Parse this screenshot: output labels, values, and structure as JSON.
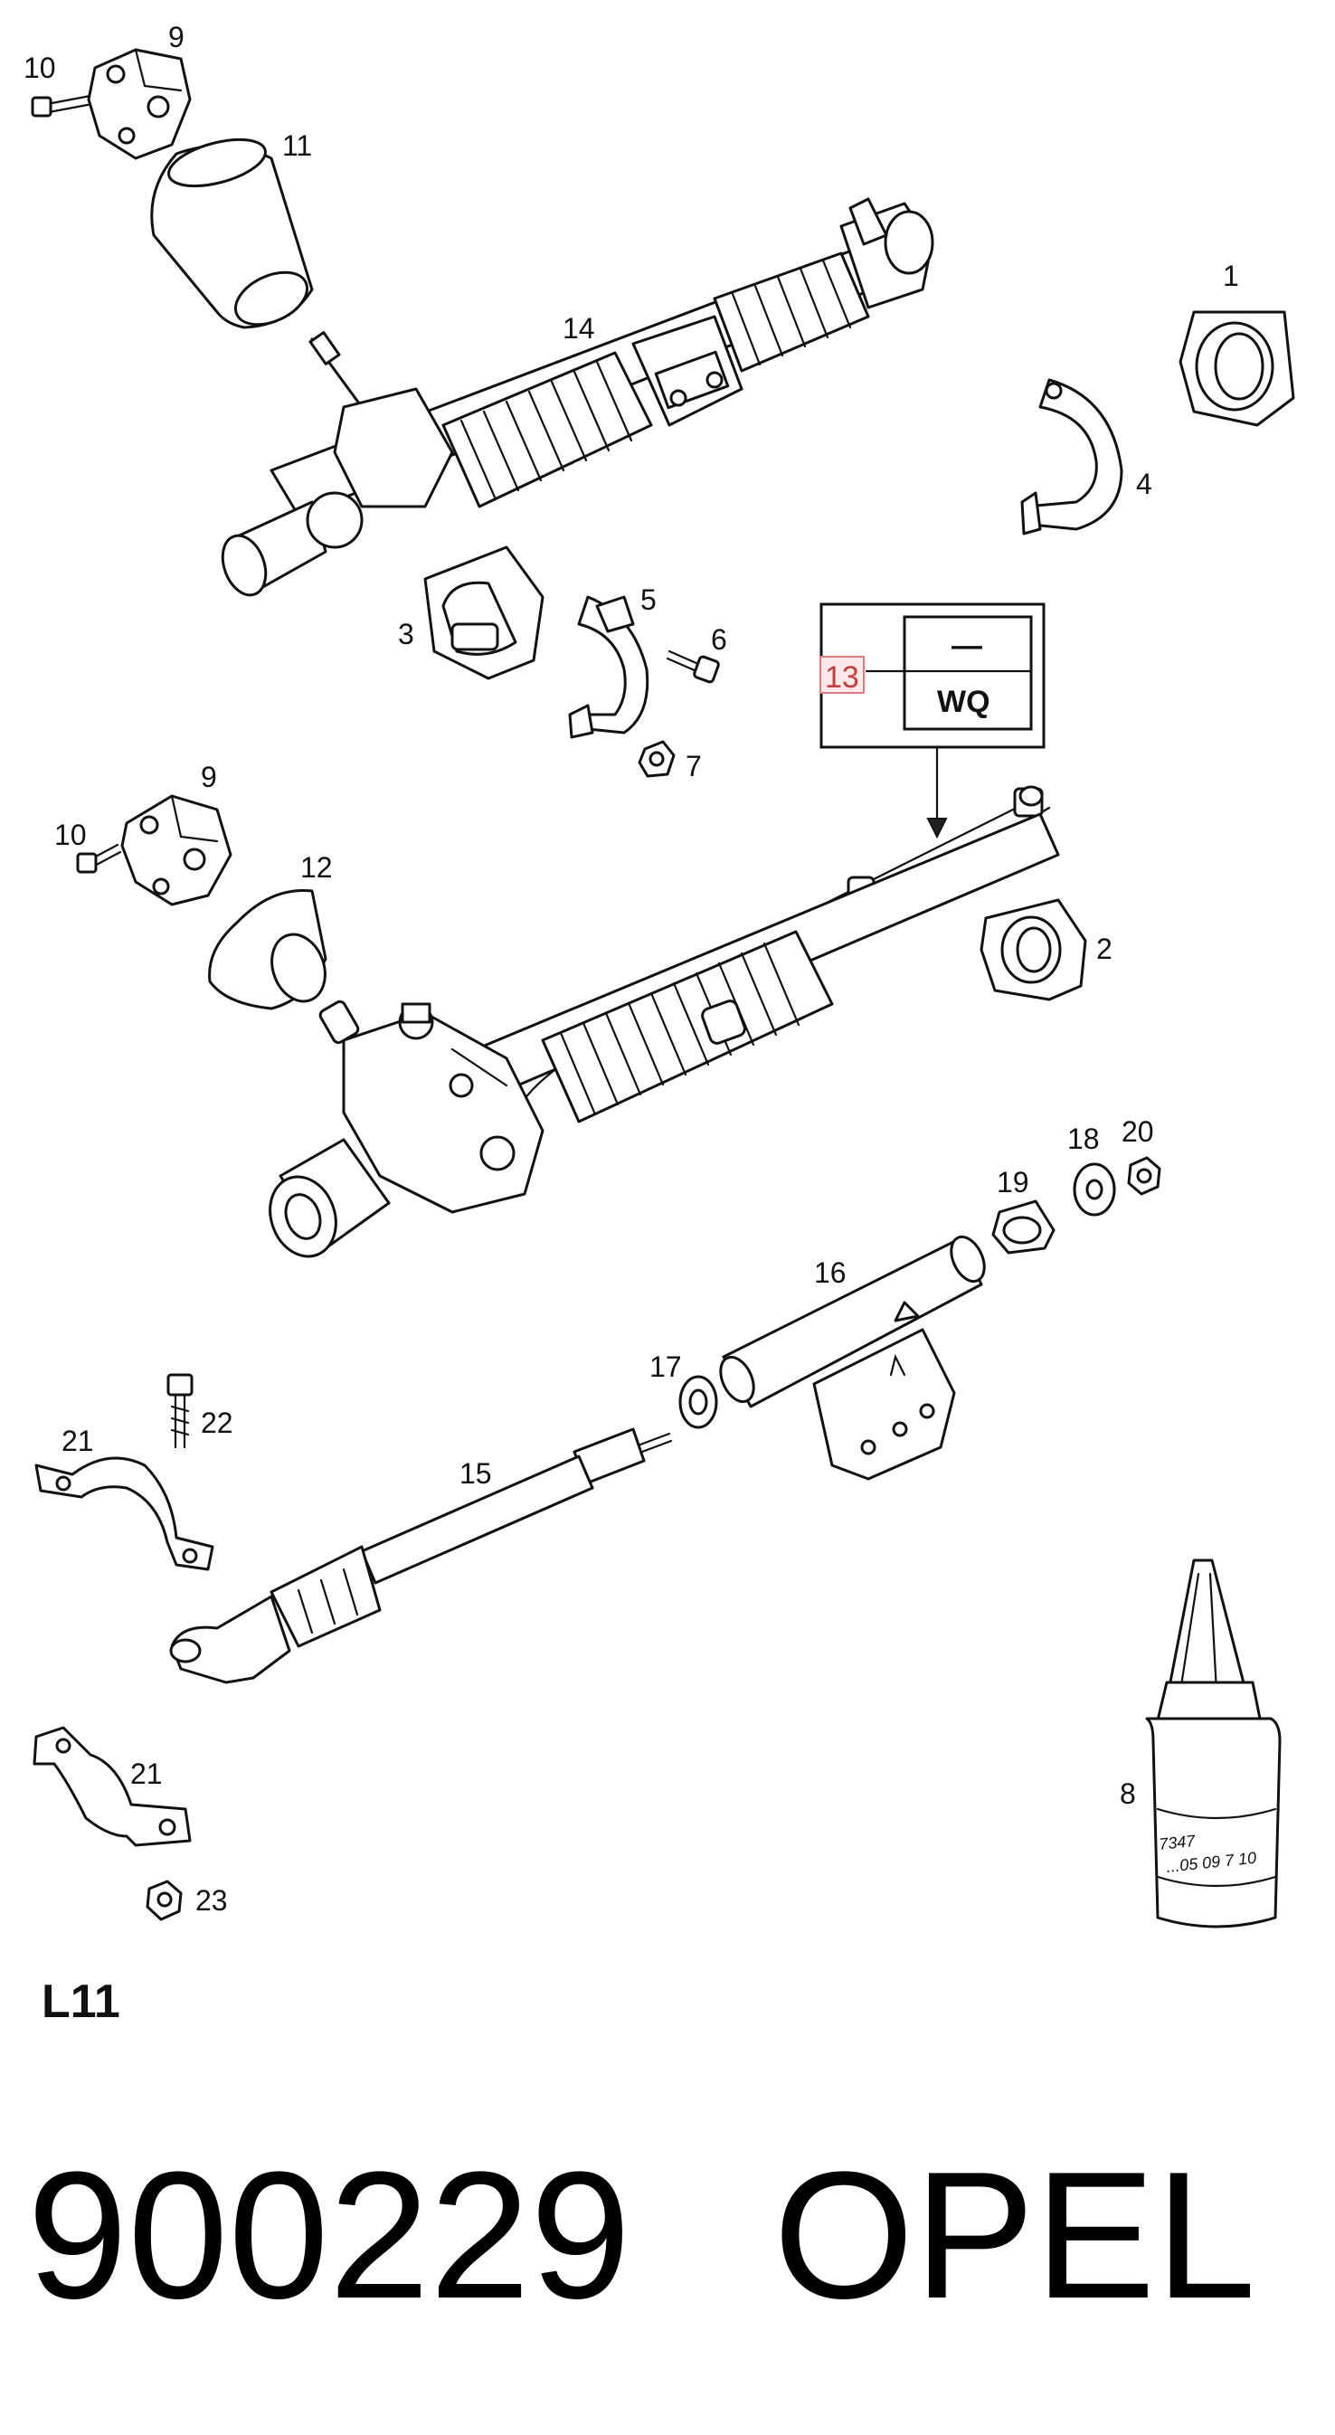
{
  "callouts": {
    "c1": "1",
    "c2": "2",
    "c3": "3",
    "c4": "4",
    "c5": "5",
    "c6": "6",
    "c7": "7",
    "c8": "8",
    "c9a": "9",
    "c9b": "9",
    "c10a": "10",
    "c10b": "10",
    "c11": "11",
    "c12": "12",
    "c14": "14",
    "c15": "15",
    "c16": "16",
    "c17": "17",
    "c18": "18",
    "c19": "19",
    "c20": "20",
    "c21a": "21",
    "c21b": "21",
    "c22": "22",
    "c23": "23"
  },
  "reference_box": {
    "part_number": "13",
    "code_top": "—",
    "code_bottom": "WQ"
  },
  "bottle": {
    "label_line1": "7347",
    "label_line2": "...05 09 7 10"
  },
  "section_label": "L11",
  "footer": {
    "catalog_number": "900229",
    "brand": "OPEL"
  },
  "colors": {
    "ink": "#111111",
    "highlight_fill": "#fde9e9",
    "highlight_stroke": "#e07b7b"
  }
}
